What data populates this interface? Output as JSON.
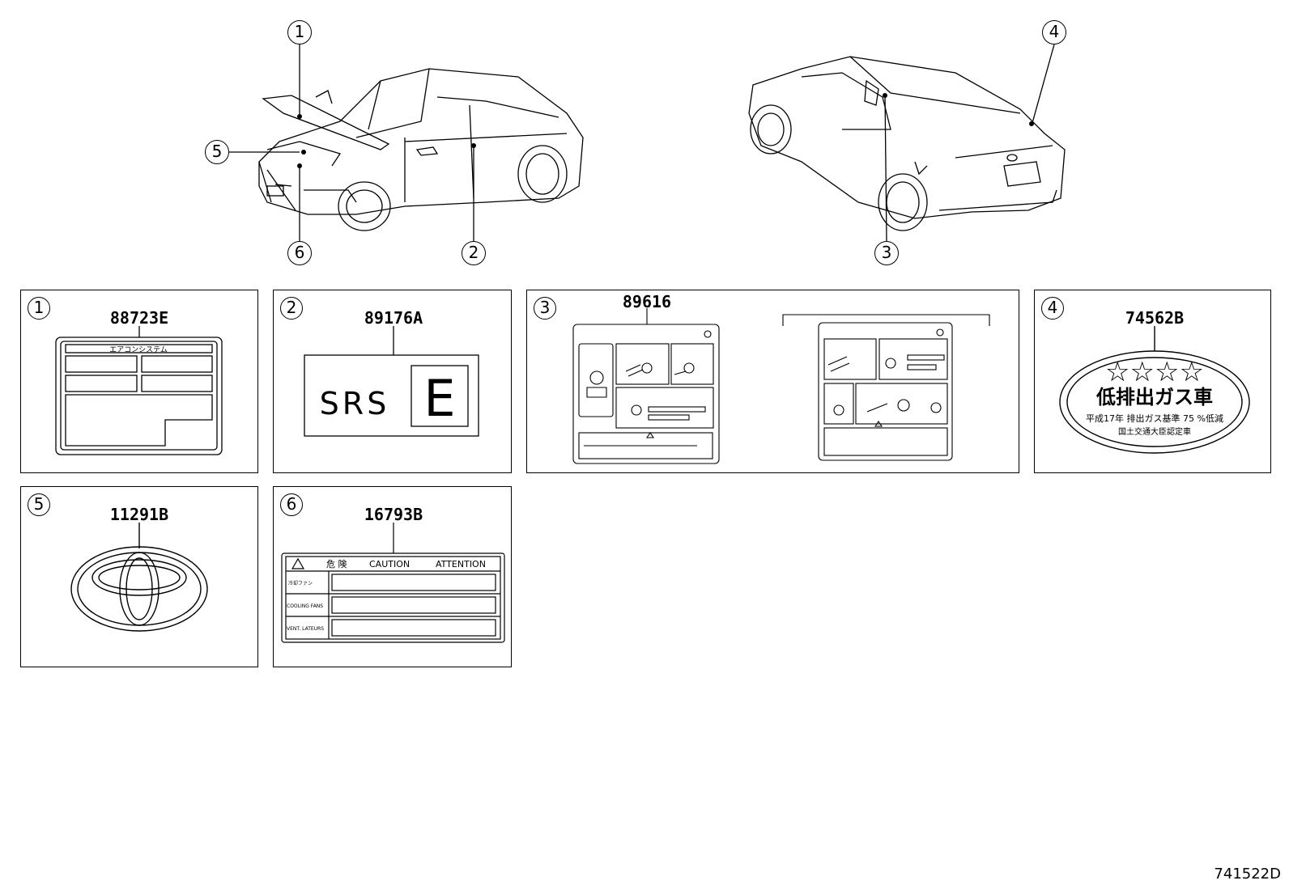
{
  "callouts": [
    "①",
    "②",
    "③",
    "④",
    "⑤",
    "⑥"
  ],
  "callout_digits": [
    "1",
    "2",
    "3",
    "4",
    "5",
    "6"
  ],
  "panels": [
    {
      "num": "1",
      "code": "88723E",
      "text": [
        "エアコンシステム"
      ]
    },
    {
      "num": "2",
      "code": "89176A",
      "text": [
        "SRS",
        "E"
      ]
    },
    {
      "num": "3",
      "code": "89616",
      "text": []
    },
    {
      "num": "4",
      "code": "74562B",
      "text": [
        "☆☆☆☆",
        "低排出ガス車",
        "平成17年 排出ガス基準 75 %低減",
        "国土交通大臣認定車"
      ]
    },
    {
      "num": "5",
      "code": "11291B",
      "text": []
    },
    {
      "num": "6",
      "code": "16793B",
      "text": [
        "危 険",
        "CAUTION",
        "ATTENTION",
        "冷却ファン",
        "COOLING FANS",
        "VENT. LATEURS"
      ]
    }
  ],
  "diagram_id": "741522D"
}
